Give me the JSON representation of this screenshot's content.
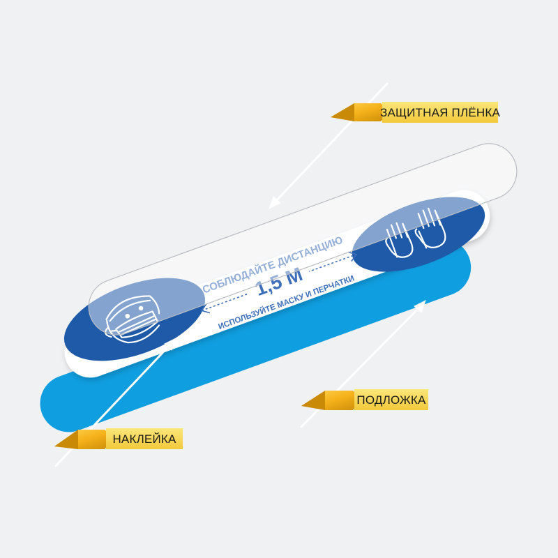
{
  "labels": {
    "protective_film": "ЗАЩИТНАЯ ПЛЁНКА",
    "sticker": "НАКЛЕЙКА",
    "backing": "ПОДЛОЖКА"
  },
  "sticker": {
    "heading": "СОБЛЮДАЙТЕ ДИСТАНЦИЮ",
    "distance": "1,5 М",
    "instruction": "ИСПОЛЬЗУЙТЕ МАСКУ И ПЕРЧАТКИ"
  },
  "colors": {
    "background": "#f0f1f3",
    "backing_blue": "#0f9ee0",
    "sticker_white": "#ffffff",
    "circle_blue": "#1f5aa8",
    "text_blue": "#3f6fb8",
    "tag_gold": "#f5b21a",
    "tag_gold_dark": "#c98a08",
    "label_bg": "#f6d94a"
  },
  "icons": [
    "mask-face-icon",
    "gloves-icon",
    "double-arrow-icon"
  ]
}
